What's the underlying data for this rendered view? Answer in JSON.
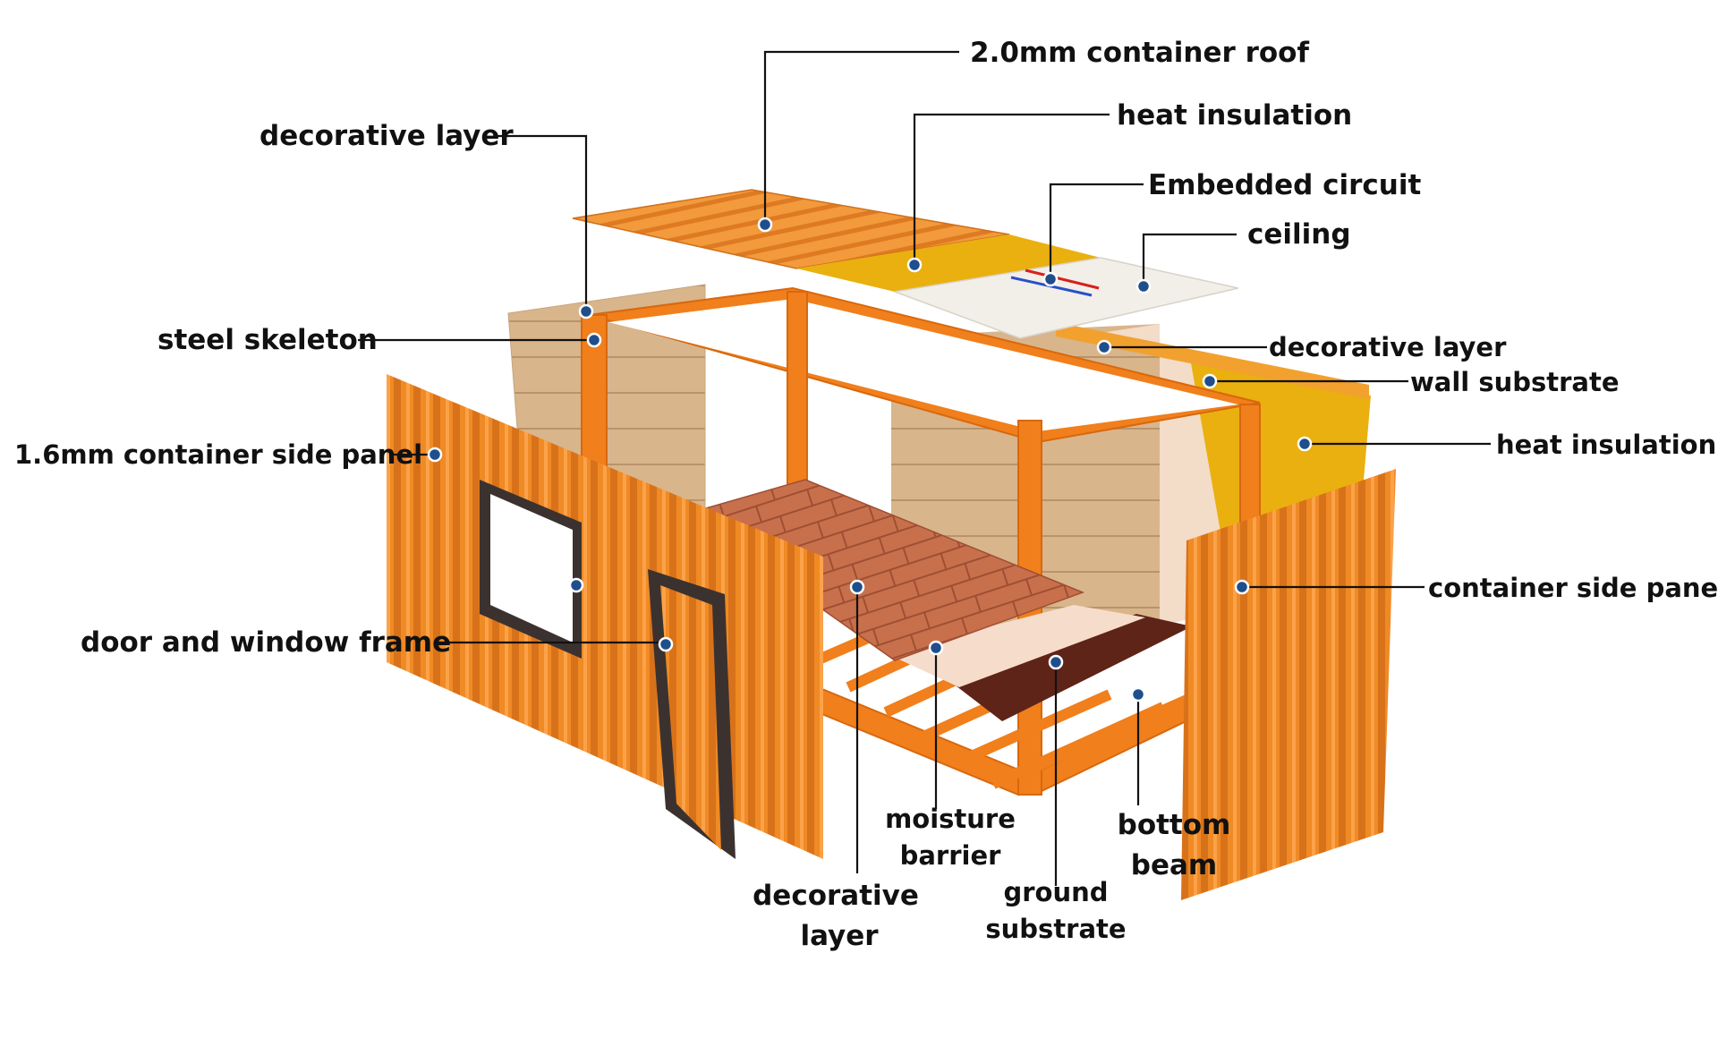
{
  "labels": {
    "container_roof": "2.0mm container roof",
    "roof_heat_insulation": "heat insulation",
    "embedded_circuit": "Embedded circuit",
    "ceiling": "ceiling",
    "decorative_layer_left": "decorative layer",
    "steel_skeleton": "steel skeleton",
    "side_panel_left": "1.6mm container side panel",
    "door_window_frame": "door and window frame",
    "decorative_layer_right": "decorative layer",
    "wall_substrate": "wall substrate",
    "wall_heat_insulation": "heat insulation",
    "side_panel_right": "container side panel",
    "moisture_barrier_1": "moisture",
    "moisture_barrier_2": "barrier",
    "floor_decorative_1": "decorative",
    "floor_decorative_2": "layer",
    "ground_substrate_1": "ground",
    "ground_substrate_2": "substrate",
    "bottom_beam_1": "bottom",
    "bottom_beam_2": "beam"
  },
  "colors": {
    "container_orange": "#f08a24",
    "frame_orange": "#f07f1c",
    "insulation_yellow": "#eab00f",
    "ceiling_white": "#f2efe9",
    "wall_wood": "#d9b58c",
    "floor_wood": "#c8704c",
    "ground_substrate": "#5e2418",
    "frame_dark": "#3b3230",
    "marker_blue": "#1f4e8c"
  }
}
